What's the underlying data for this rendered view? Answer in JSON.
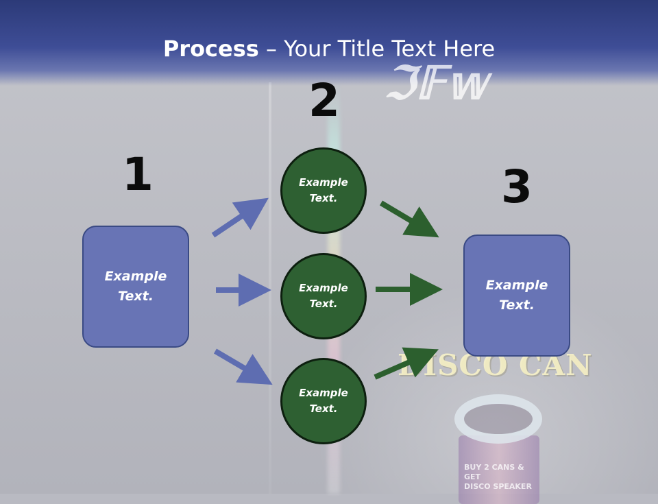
{
  "title": {
    "bold": "Process",
    "rest": " – Your Title Text Here"
  },
  "steps": [
    {
      "number": "1",
      "text_line1": "Example",
      "text_line2": "Text."
    },
    {
      "number": "2"
    },
    {
      "number": "3",
      "text_line1": "Example",
      "text_line2": "Text."
    }
  ],
  "circles": [
    {
      "text_line1": "Example",
      "text_line2": "Text."
    },
    {
      "text_line1": "Example",
      "text_line2": "Text."
    },
    {
      "text_line1": "Example",
      "text_line2": "Text."
    }
  ],
  "background": {
    "headline": "DISCO CAN",
    "can_label_line1": "BUY 2 CANS & GET",
    "can_label_line2": "DISCO SPEAKER"
  },
  "colors": {
    "header": "#3e4d96",
    "box_fill": "#6874b5",
    "circle_fill": "#2e6032",
    "blue_arrow": "#5e6db1",
    "green_arrow": "#2c5f2e"
  }
}
